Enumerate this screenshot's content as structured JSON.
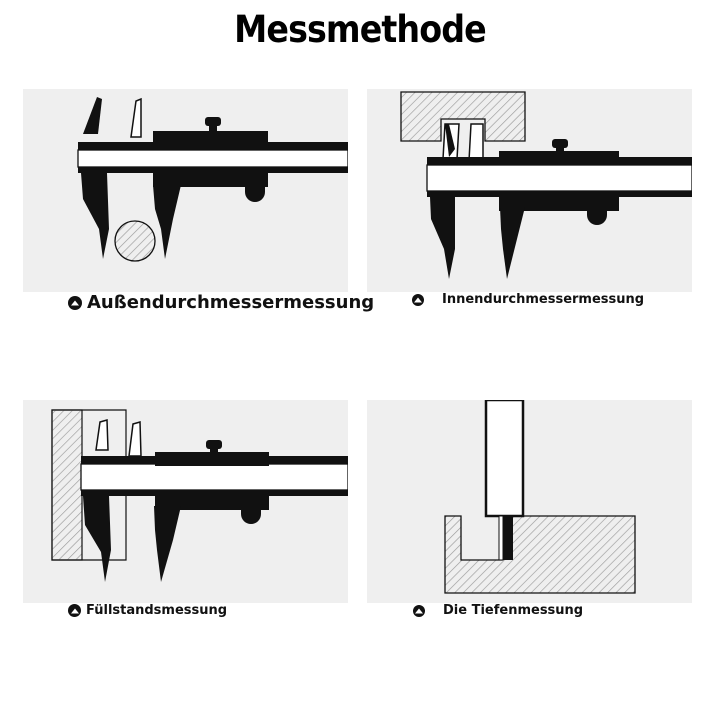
{
  "title": "Messmethode",
  "methods": [
    {
      "label": "Außendurchmessermessung",
      "icon": "up-arrow-circle-icon"
    },
    {
      "label": "Innendurchmessermessung",
      "icon": "up-arrow-circle-icon"
    },
    {
      "label": "Füllstandsmessung",
      "icon": "up-arrow-circle-icon"
    },
    {
      "label": "Die Tiefenmessung",
      "icon": "up-arrow-circle-icon"
    }
  ],
  "colors": {
    "panel": "#efefef",
    "ink": "#111111",
    "hatch": "#9a9a9a"
  }
}
